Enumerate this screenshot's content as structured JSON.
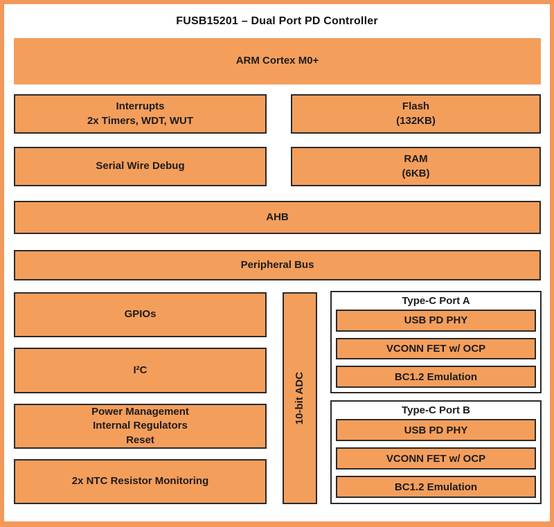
{
  "title": "FUSB15201 – Dual Port PD Controller",
  "colors": {
    "block_fill": "#F49E5C",
    "block_border": "#2A2A2A",
    "frame_orange": "#F2985A",
    "background": "#FFFFFF",
    "text": "#1C1C1C"
  },
  "blocks": {
    "arm": "ARM Cortex M0+",
    "interrupts": [
      "Interrupts",
      "2x Timers, WDT, WUT"
    ],
    "flash": [
      "Flash",
      "(132KB)"
    ],
    "swd": "Serial Wire Debug",
    "ram": [
      "RAM",
      "(6KB)"
    ],
    "ahb": "AHB",
    "peripheral_bus": "Peripheral Bus",
    "gpios": "GPIOs",
    "i2c": "I²C",
    "power": [
      "Power Management",
      "Internal Regulators",
      "Reset"
    ],
    "ntc": "2x NTC Resistor Monitoring",
    "adc": "10-bit ADC"
  },
  "ports": [
    {
      "title": "Type-C Port A",
      "items": [
        "USB PD PHY",
        "VCONN FET w/ OCP",
        "BC1.2 Emulation"
      ]
    },
    {
      "title": "Type-C Port B",
      "items": [
        "USB PD PHY",
        "VCONN FET w/ OCP",
        "BC1.2 Emulation"
      ]
    }
  ]
}
